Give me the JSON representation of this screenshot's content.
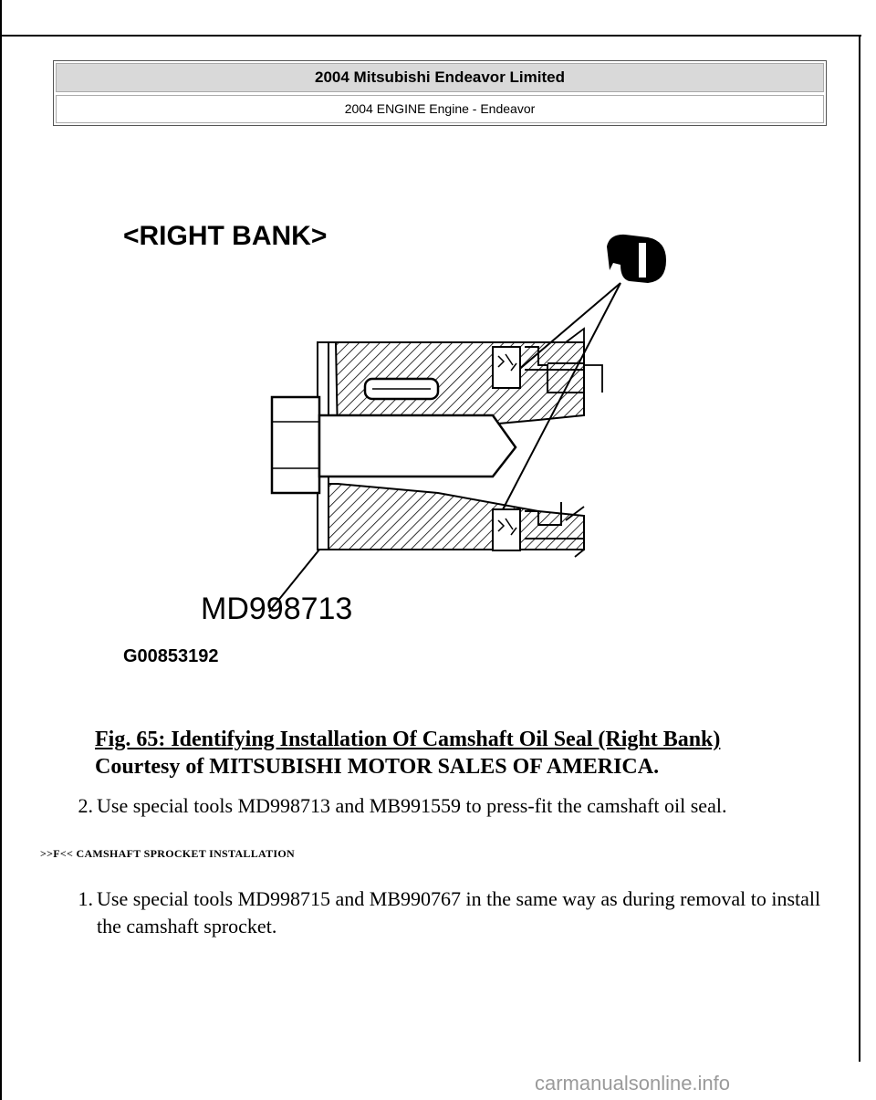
{
  "header": {
    "title": "2004 Mitsubishi Endeavor Limited",
    "subtitle": "2004 ENGINE Engine - Endeavor"
  },
  "figure": {
    "bank_label": "<RIGHT BANK>",
    "tool_label": "MD998713",
    "figure_code": "G00853192"
  },
  "caption": {
    "title": "Fig. 65: Identifying Installation Of Camshaft Oil Seal (Right Bank)",
    "courtesy": "Courtesy of MITSUBISHI MOTOR SALES OF AMERICA."
  },
  "steps_oil_seal": [
    {
      "num": "2.",
      "text": "Use special tools MD998713 and MB991559 to press-fit the camshaft oil seal."
    }
  ],
  "section_heading": ">>F<< CAMSHAFT SPROCKET INSTALLATION",
  "steps_sprocket": [
    {
      "num": "1.",
      "text": "Use special tools MD998715 and MB990767 in the same way as during removal to install the camshaft sprocket."
    }
  ],
  "watermark": "carmanualsonline.info"
}
